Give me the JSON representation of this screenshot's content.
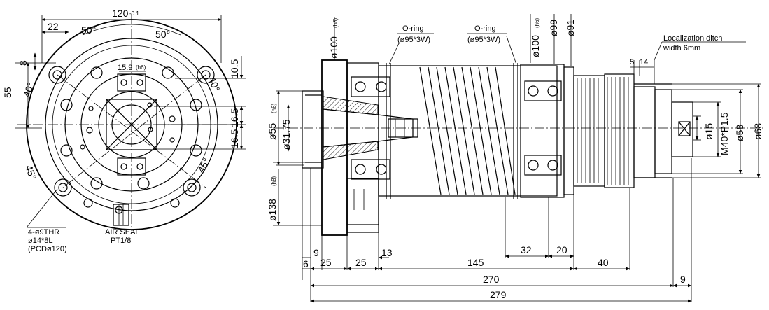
{
  "front_view": {
    "dims": {
      "width_120": "120",
      "width_120_tol": "-0.1",
      "d22": "22",
      "d8": "8",
      "d55": "55",
      "d10_5": "10.5",
      "d16_5_upper": "16.5",
      "d16_5_lower": "16.5",
      "d15_9": "15.9",
      "d15_9_tol": "(h6)"
    },
    "angles": {
      "top_left": "50°",
      "top_right": "50°",
      "left_40": "40°",
      "right_40": "40°",
      "bottom_left_45": "45°",
      "bottom_right_45": "45°"
    },
    "notes": {
      "holes_line1": "4-ø9THR",
      "holes_line2": "ø14*8L",
      "holes_line3": "(PCDø120)",
      "air_seal_line1": "AIR SEAL",
      "air_seal_line2": "PT1/8"
    }
  },
  "side_view": {
    "top_dims": {
      "d100_left": "ø100",
      "d100_left_tol": "(h8)",
      "oring1_title": "O-ring",
      "oring1_spec": "(ø95*3W)",
      "oring2_title": "O-ring",
      "oring2_spec": "(ø95*3W)",
      "d100_right": "ø100",
      "d100_right_tol": "(h6)",
      "d99": "ø99",
      "d91": "ø91",
      "d5": "5",
      "d14": "14",
      "ditch_line1": "Localization ditch",
      "ditch_line2": "width 6mm"
    },
    "left_dims": {
      "d55": "ø55",
      "d55_tol": "(h6)",
      "d31_75": "ø31.75",
      "d138": "ø138",
      "d138_tol": "(h8)"
    },
    "right_dims": {
      "d15": "ø15",
      "m40": "M40*P1.5",
      "d58": "ø58",
      "d68": "ø68"
    },
    "bottom_dims": {
      "d9": "9",
      "d13": "13",
      "d32": "32",
      "d20": "20",
      "d6": "6",
      "d25a": "25",
      "d25b": "25",
      "d145": "145",
      "d40": "40",
      "d270": "270",
      "d9b": "9",
      "d279": "279"
    }
  }
}
